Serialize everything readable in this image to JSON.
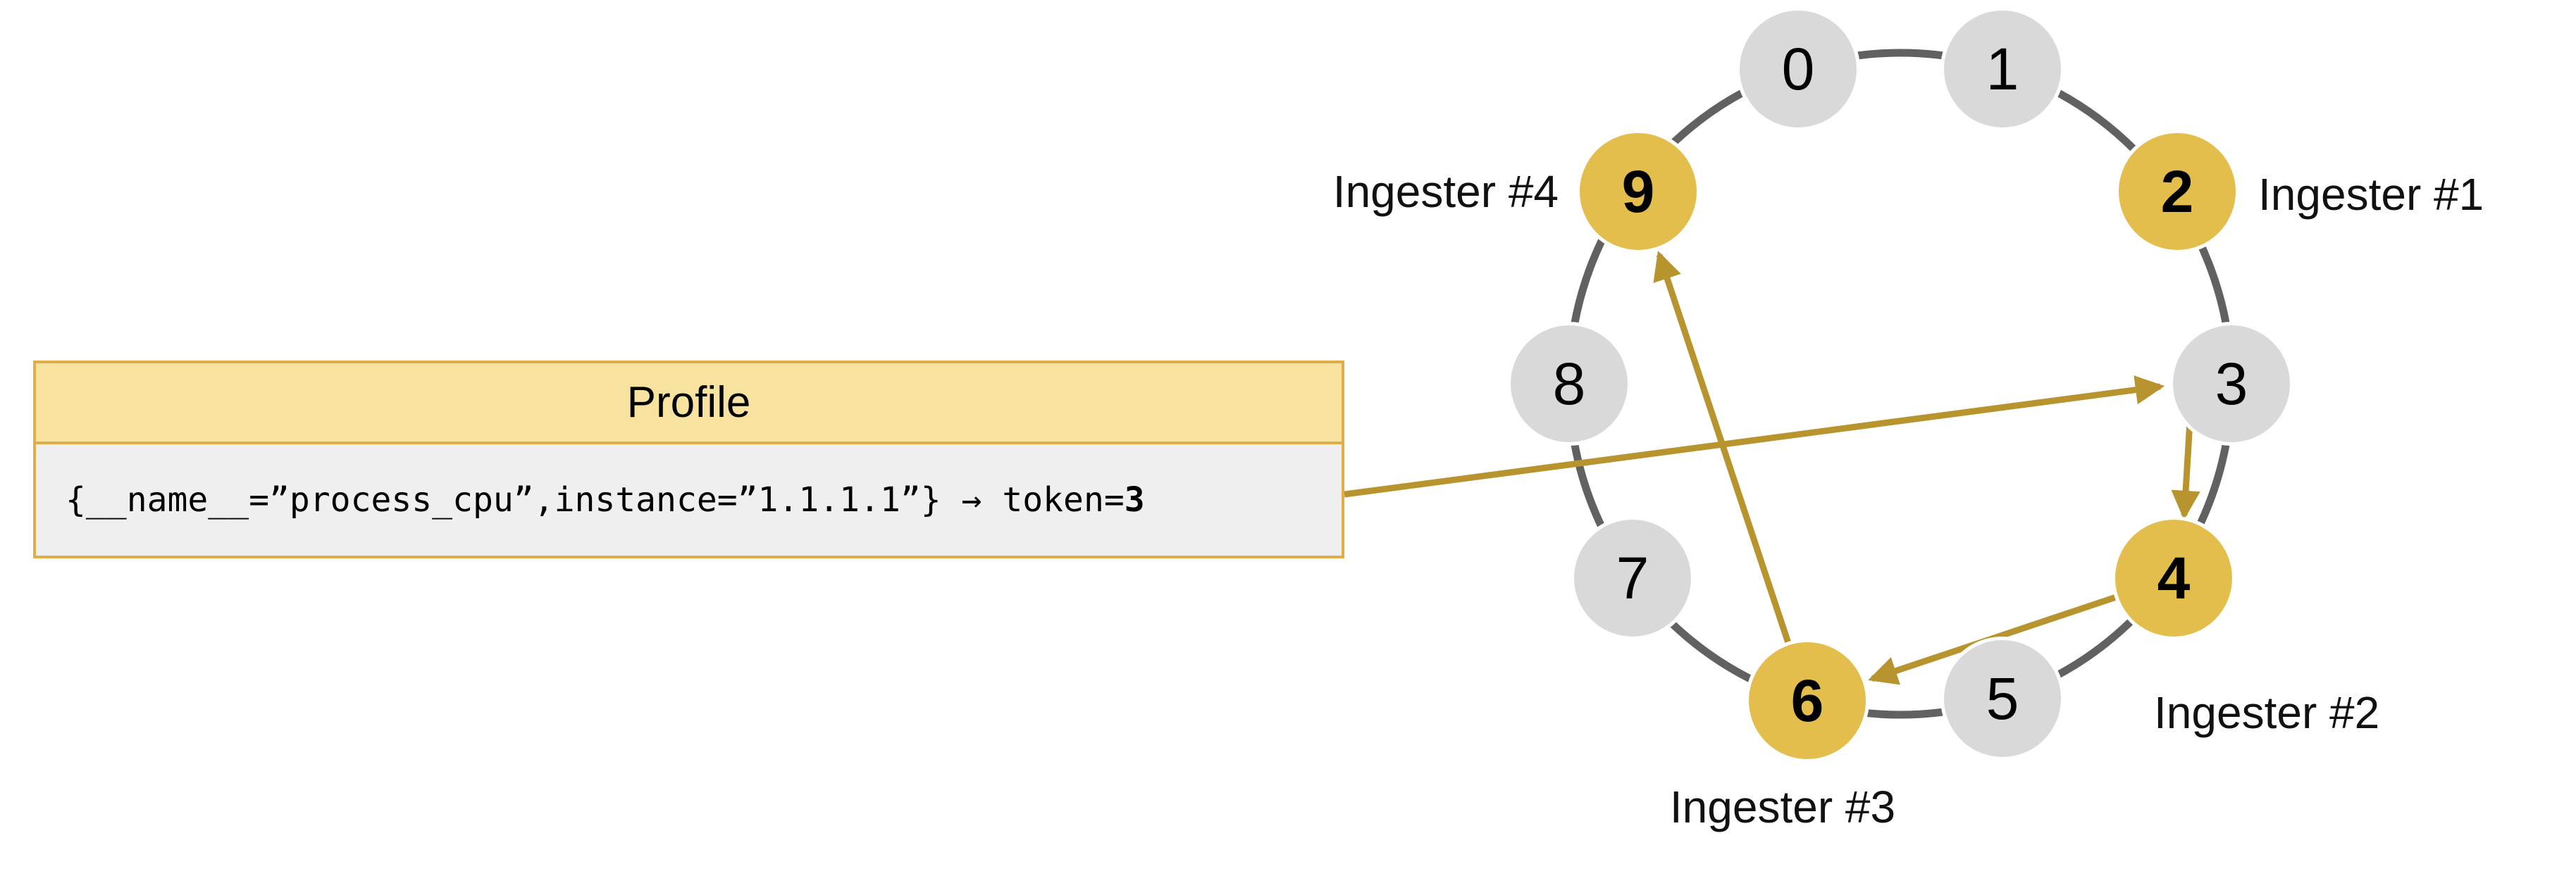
{
  "colors": {
    "ring_stroke": "#616161",
    "node_fill": "#D9D9D9",
    "node_text": "#000000",
    "active_node_fill": "#E3BE4D",
    "arrow": "#B8942F",
    "card_border": "#DFAE48",
    "card_header_fill": "#F8E2A0",
    "card_body_fill": "#EFEFEF",
    "label_text": "#111111"
  },
  "profile_card": {
    "title": "Profile",
    "series": "{__name__=”process_cpu”,instance=”1.1.1.1”}",
    "separator": " → ",
    "token_prefix": "token=",
    "token_value": "3"
  },
  "ring": {
    "nodes": [
      {
        "token": "0",
        "highlighted": false
      },
      {
        "token": "1",
        "highlighted": false
      },
      {
        "token": "2",
        "highlighted": true,
        "ingester": "Ingester #1"
      },
      {
        "token": "3",
        "highlighted": false
      },
      {
        "token": "4",
        "highlighted": true,
        "ingester": "Ingester #2"
      },
      {
        "token": "5",
        "highlighted": false
      },
      {
        "token": "6",
        "highlighted": true,
        "ingester": "Ingester #3"
      },
      {
        "token": "7",
        "highlighted": false
      },
      {
        "token": "8",
        "highlighted": false
      },
      {
        "token": "9",
        "highlighted": true,
        "ingester": "Ingester #4"
      }
    ],
    "arrows": [
      {
        "from": "Profile",
        "to": "token 3"
      },
      {
        "from": "token 3",
        "to": "token 4"
      },
      {
        "from": "token 4",
        "to": "token 6"
      },
      {
        "from": "token 6",
        "to": "token 9"
      }
    ]
  }
}
